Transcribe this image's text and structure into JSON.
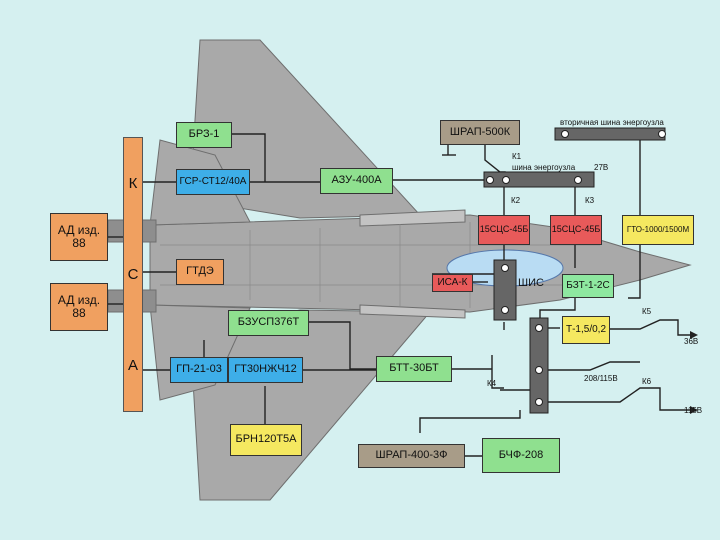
{
  "colors": {
    "background": "#d5f0f0",
    "aircraft": "#a8a8a8",
    "green": "#8fe08f",
    "blue": "#3eaee8",
    "orange": "#f0a060",
    "red": "#e85a5a",
    "gray": "#9a9a8a",
    "yellow": "#f5e860",
    "pink": "#e06060",
    "ltgreen": "#8ee8a0"
  },
  "ksa": {
    "k": "К",
    "s": "С",
    "a": "А"
  },
  "blocks": {
    "ad1": "АД изд. 88",
    "ad2": "АД изд. 88",
    "brz": "БРЗ-1",
    "gsr": "ГСР-СТ12/40А",
    "azu": "АЗУ-400А",
    "gtde": "ГТДЭ",
    "bzusp": "БЗУСП376Т",
    "gp": "ГП-21-03",
    "gt30": "ГТ30НЖЧ12",
    "btt": "БТТ-30БТ",
    "brn": "БРН120Т5А",
    "shrap500": "ШРАП-500К",
    "shrap400": "ШРАП-400-3Ф",
    "bchf": "БЧФ-208",
    "scs1": "15СЦС-45Б",
    "scs2": "15СЦС-45Б",
    "gto": "ГТО-1000/1500М",
    "isa": "ИСА-К",
    "bzt": "БЗТ-1-2С",
    "t15": "Т-1,5/0,2"
  },
  "labels": {
    "k1": "К1",
    "k2": "К2",
    "k3": "К3",
    "k4": "К4",
    "k5": "К5",
    "k6": "К6",
    "bus": "шина энергоузла",
    "v27": "27В",
    "secondary_bus": "вторичная шина энергоузла",
    "shis": "ШИС",
    "v36": "36В",
    "v208": "208/115В",
    "v115": "115В"
  }
}
